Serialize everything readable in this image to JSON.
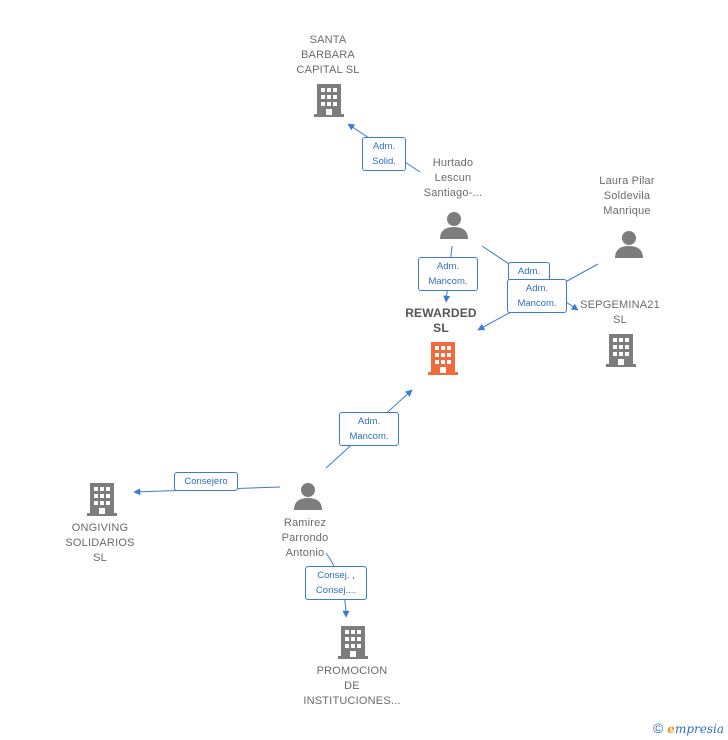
{
  "colors": {
    "edge": "#3b7bd4",
    "node_gray": "#7d7d7d",
    "node_highlight": "#f26a3b"
  },
  "nodes": {
    "santa_barbara": {
      "label": "SANTA\nBARBARA\nCAPITAL  SL",
      "icon": "building-icon"
    },
    "hurtado": {
      "label": "Hurtado\nLescun\nSantiago-...",
      "icon": "person-icon"
    },
    "laura": {
      "label": "Laura Pilar\nSoldevila\nManrique",
      "icon": "person-icon"
    },
    "rewarded": {
      "label": "REWARDED\nSL",
      "icon": "building-icon"
    },
    "sepgemina": {
      "label": "SEPGEMINA21\nSL",
      "icon": "building-icon"
    },
    "ramirez": {
      "label": "Ramirez\nParrondo\nAntonio",
      "icon": "person-icon"
    },
    "ongiving": {
      "label": "ONGIVING\nSOLIDARIOS\nSL",
      "icon": "building-icon"
    },
    "promocion": {
      "label": "PROMOCION\nDE\nINSTITUCIONES...",
      "icon": "building-icon"
    }
  },
  "edges": {
    "hurtado_santa": "Adm.\nSolid.",
    "hurtado_rewarded": "Adm.\nMancom.",
    "hurtado_sepgemina": "Adm.",
    "laura_rewarded": "Adm.\nMancom.",
    "ramirez_rewarded": "Adm.\nMancom.",
    "ramirez_ongiving": "Consejero",
    "ramirez_promocion": "Consej. ,\nConsej...."
  },
  "brand": {
    "copyright": "©",
    "name_first": "e",
    "name_rest": "mpresia"
  }
}
